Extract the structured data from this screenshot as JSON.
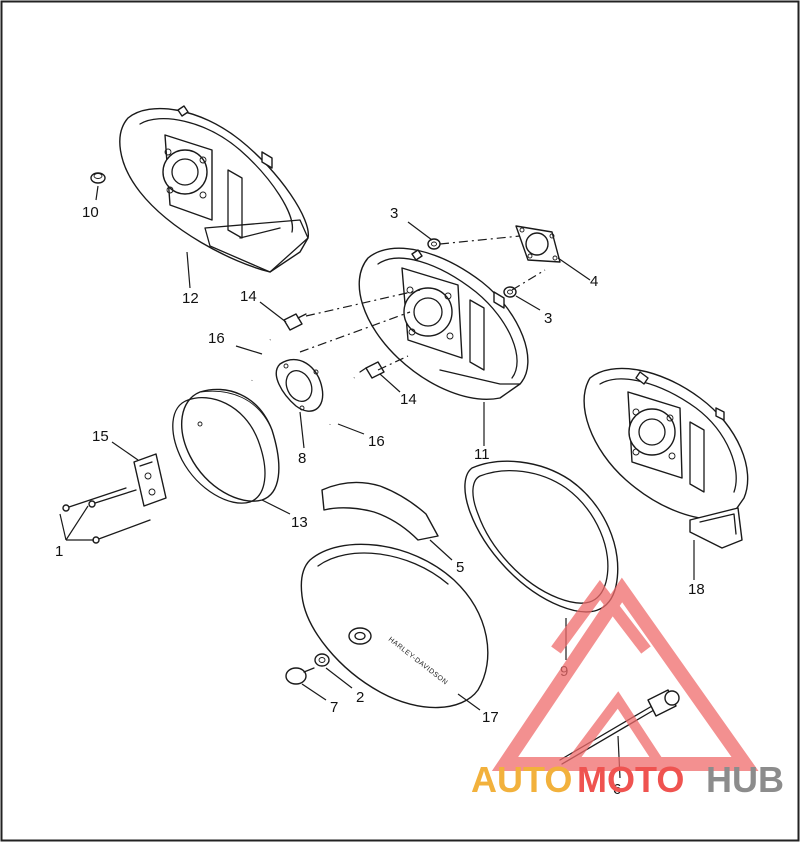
{
  "callouts": {
    "c1": "1",
    "c2": "2",
    "c3a": "3",
    "c3b": "3",
    "c4": "4",
    "c5": "5",
    "c6": "6",
    "c7": "7",
    "c8": "8",
    "c9": "9",
    "c10": "10",
    "c11": "11",
    "c12": "12",
    "c13": "13",
    "c14a": "14",
    "c14b": "14",
    "c15": "15",
    "c16a": "16",
    "c16b": "16",
    "c17": "17",
    "c18": "18"
  },
  "cover_emboss": "HARLEY-DAVIDSON",
  "watermark": {
    "part1": "AUTO",
    "part2": "MOTO",
    "part3": "HUB",
    "colors": {
      "auto": "#f2b13c",
      "moto": "#ef5350",
      "hub": "#8c8c8c",
      "logo": "#ef6b6b"
    }
  }
}
